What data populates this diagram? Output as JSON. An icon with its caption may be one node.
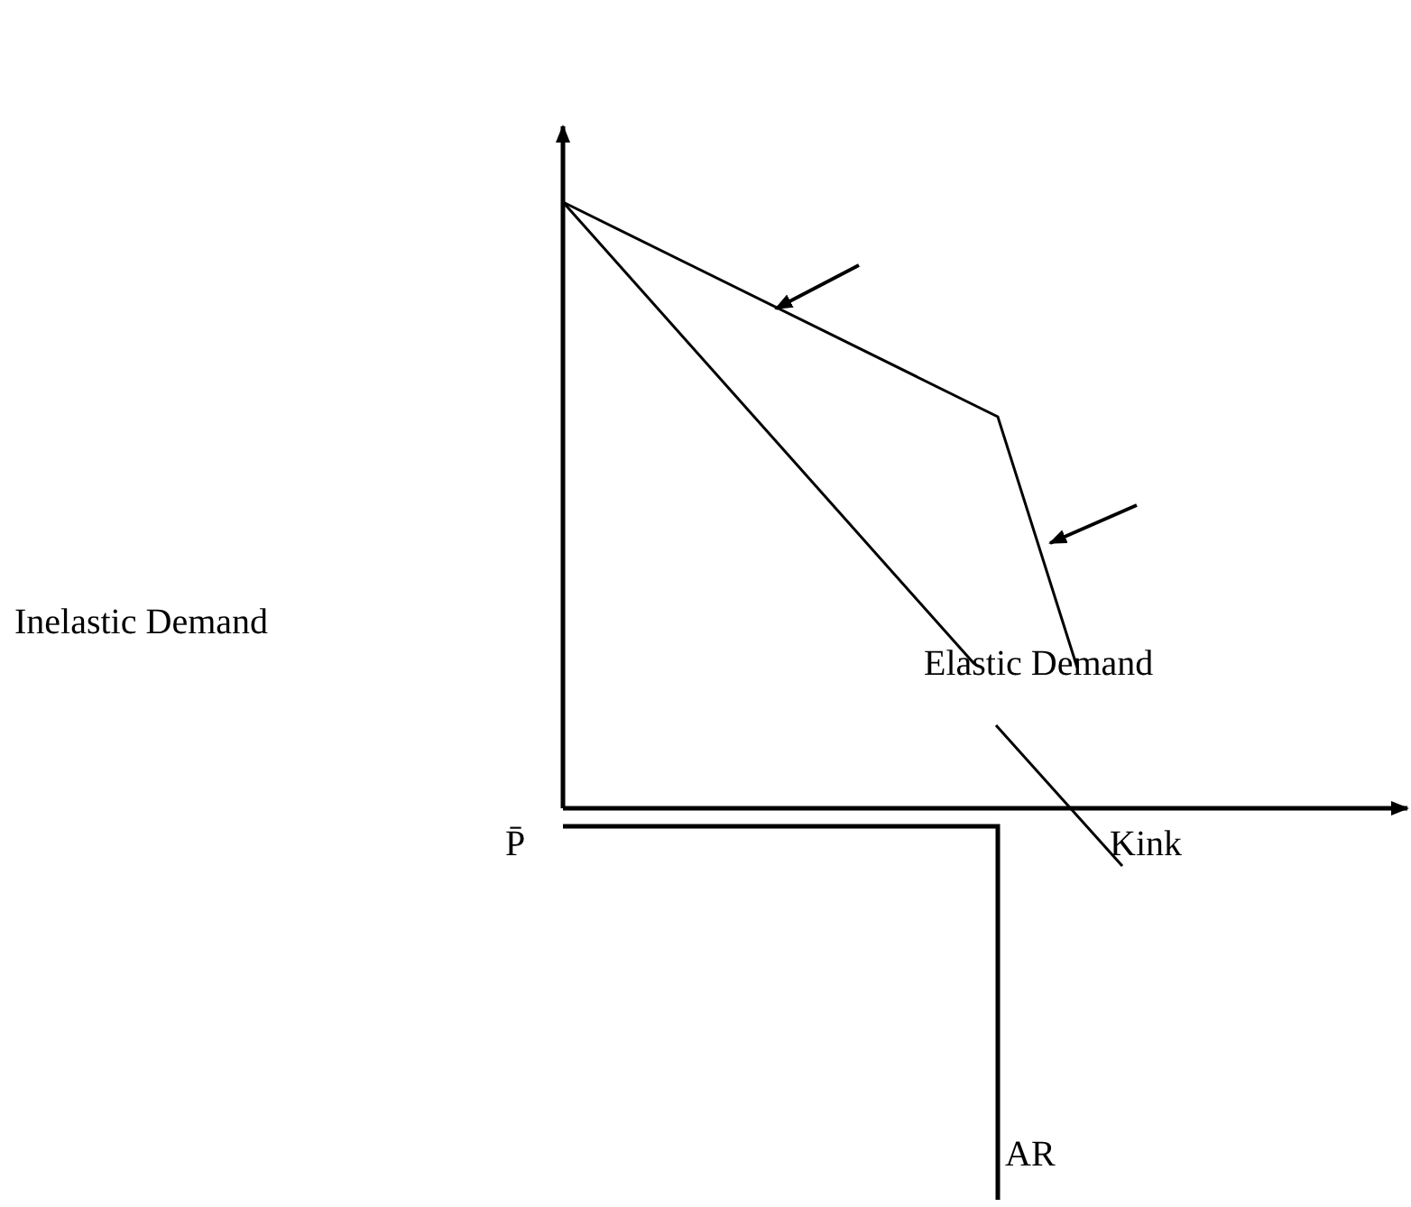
{
  "diagram": {
    "labels": [
      "Inelastic Demand",
      "Elastic Demand",
      "P̄",
      "Kink",
      "AR"
    ]
  }
}
